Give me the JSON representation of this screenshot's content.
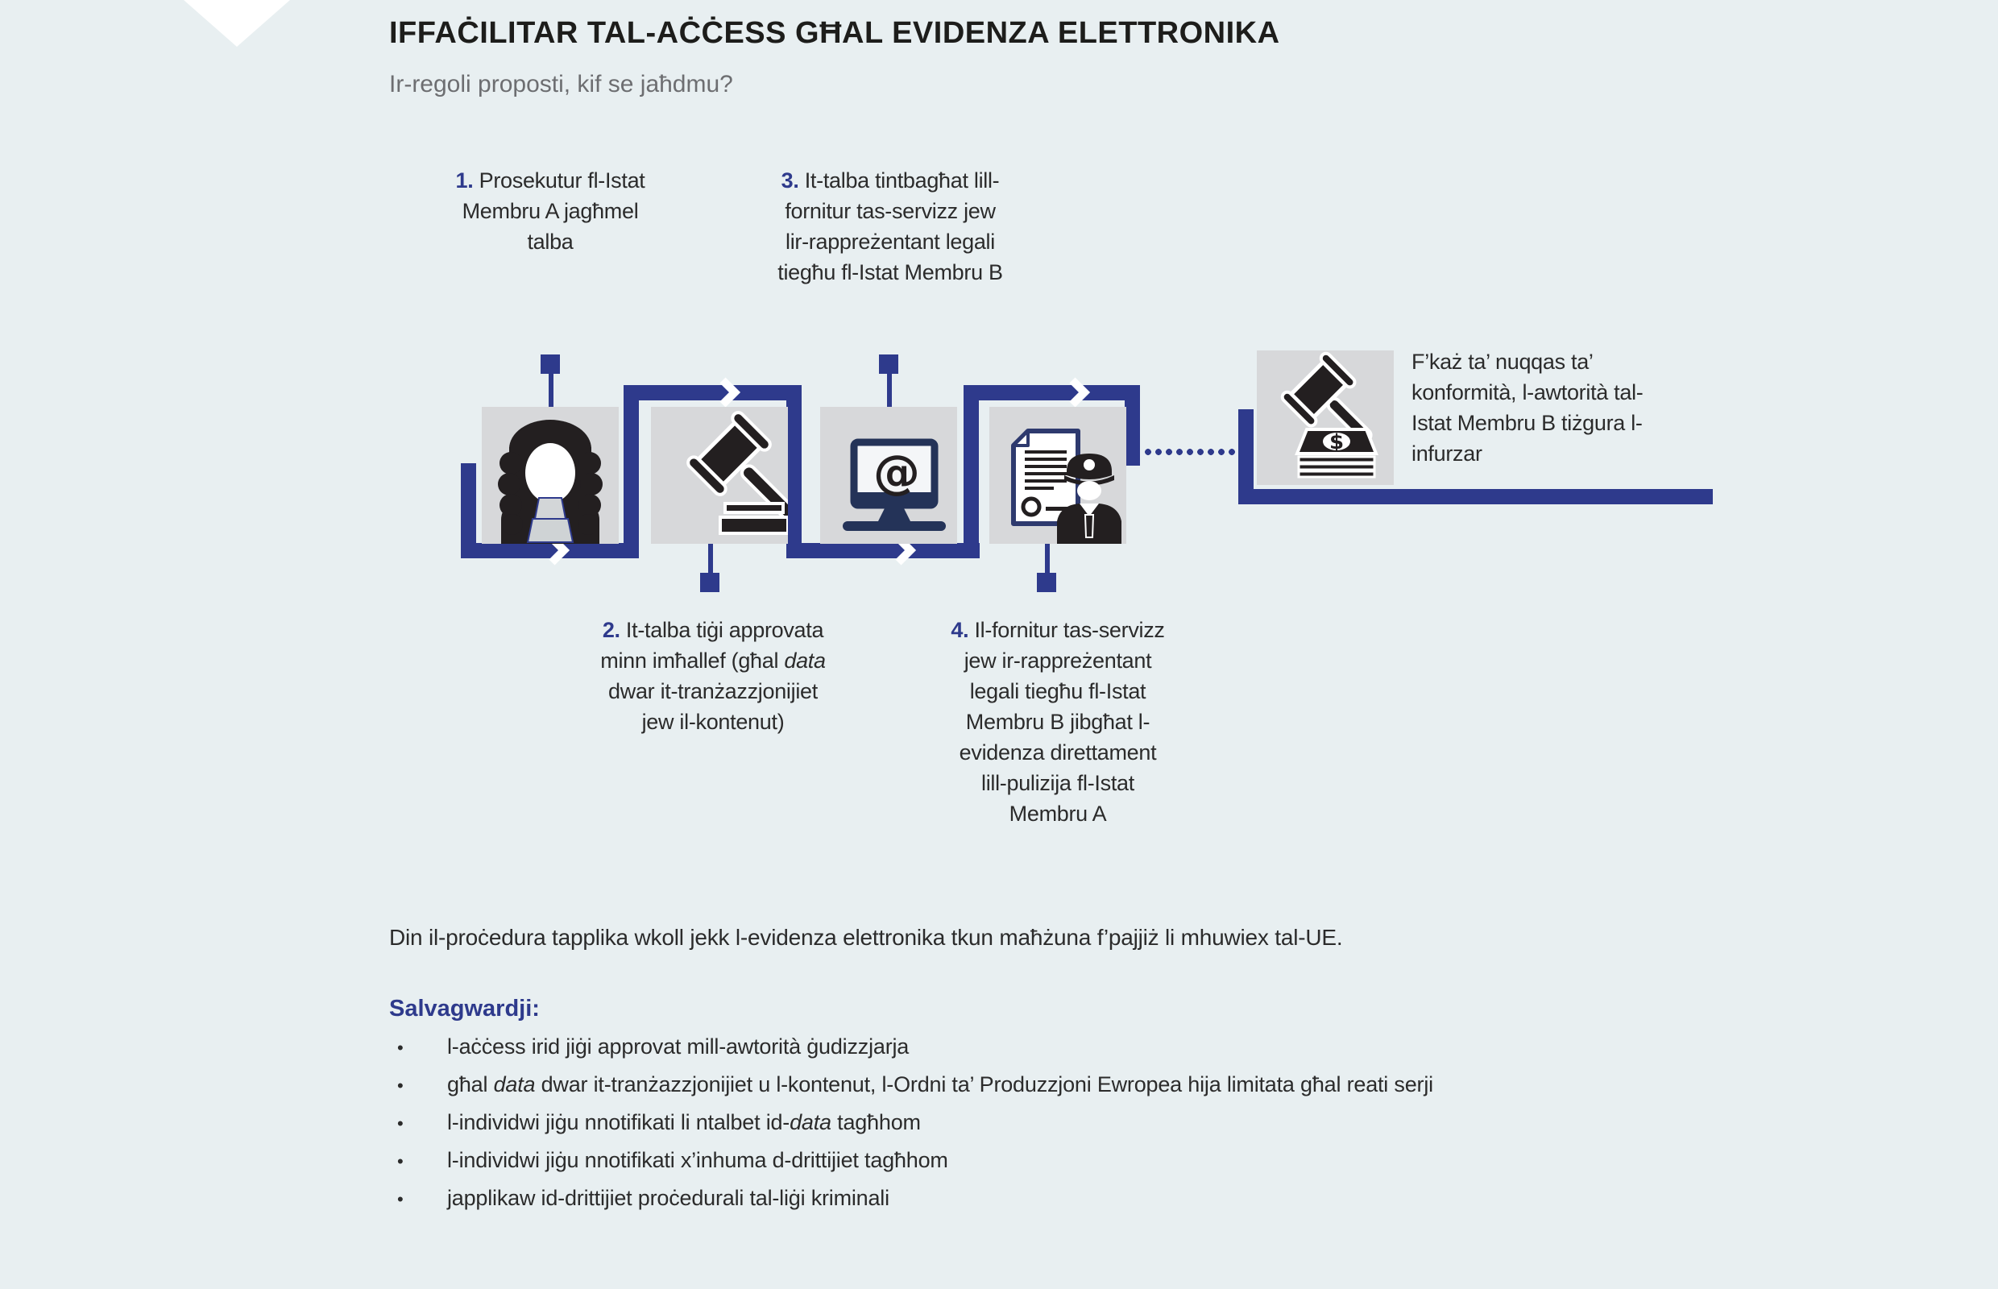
{
  "page": {
    "title": "IFFAĊILITAR TAL-AĊĊESS GĦAL EVIDENZA ELETTRONIKA",
    "subtitle": "Ir-regoli proposti, kif se jaħdmu?"
  },
  "colors": {
    "background": "#e8eff1",
    "accent_navy": "#2e3a8c",
    "icon_tile_grey": "#d7d8da",
    "glyph_black": "#231f20",
    "monitor_navy": "#243358",
    "text_dark": "#2b2b2b",
    "subtitle_grey": "#6d6e71",
    "white": "#ffffff"
  },
  "icons": {
    "step1": "prosecutor-judge",
    "step2": "gavel",
    "step3": "computer-at-email",
    "step4": "evidence-document-police",
    "enforcement": "gavel-on-money"
  },
  "steps": [
    {
      "num": "1.",
      "pre": " Prosekutur fl-Istat Membru A jagħmel talba",
      "em": "",
      "post": ""
    },
    {
      "num": "2.",
      "pre": " It-talba tiġi approvata minn imħallef (għal ",
      "em": "data",
      "post": " dwar it-tranżazzjonijiet jew il-kontenut)"
    },
    {
      "num": "3.",
      "pre": " It-talba tintbagħat lill-fornitur tas-servizz jew lir-rappreżentant legali tiegħu fl-Istat Membru B",
      "em": "",
      "post": ""
    },
    {
      "num": "4.",
      "pre": " Il-fornitur tas-servizz jew ir-rappreżentant legali tiegħu fl-Istat Membru B jibgħat l-evidenza direttament lill-pulizija fl-Istat Membru A",
      "em": "",
      "post": ""
    }
  ],
  "enforcement_note": "F’każ ta’ nuqqas ta’ konformità, l-awtorità tal-Istat Membru B tiżgura l-infurzar",
  "note": "Din il-proċedura tapplika wkoll jekk l-evidenza elettronika tkun maħżuna f’pajjiż li mhuwiex tal-UE.",
  "safeguards": {
    "heading": "Salvagwardji:",
    "bullet_char": "•",
    "items": [
      {
        "pre": "l-aċċess irid jiġi approvat mill-awtorità ġudizzjarja",
        "em": "",
        "post": ""
      },
      {
        "pre": "għal ",
        "em": "data",
        "post": " dwar it-tranżazzjonijiet u l-kontenut, l-Ordni ta’ Produzzjoni Ewropea hija limitata għal reati serji"
      },
      {
        "pre": "l-individwi jiġu nnotifikati li ntalbet id-",
        "em": "data",
        "post": " tagħhom"
      },
      {
        "pre": "l-individwi jiġu nnotifikati x’inhuma d-drittijiet tagħhom",
        "em": "",
        "post": ""
      },
      {
        "pre": "japplikaw id-drittijiet proċedurali tal-liġi kriminali",
        "em": "",
        "post": ""
      }
    ]
  }
}
